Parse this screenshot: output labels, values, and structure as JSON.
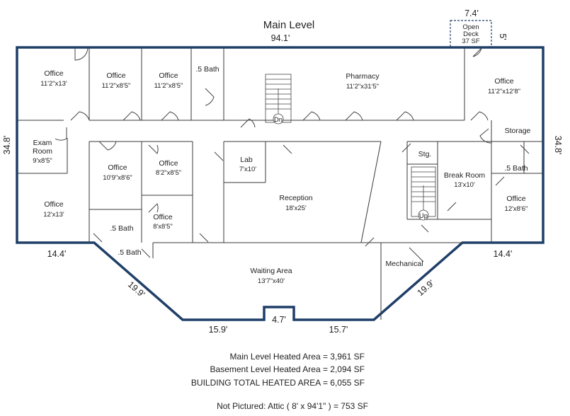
{
  "title": "Main Level",
  "dimensions": {
    "top_width": "94.1'",
    "deck_width": "7.4'",
    "deck_depth": "5'",
    "left_height": "34.8'",
    "right_height": "34.8'",
    "bottom_left": "14.4'",
    "bottom_right": "14.4'",
    "angle_left": "19.9'",
    "angle_right": "19.9'",
    "bottom_mid_left": "15.9'",
    "bottom_mid_right": "15.7'",
    "entry_width": "4.7'"
  },
  "deck": {
    "line1": "Open",
    "line2": "Deck",
    "area": "37 SF"
  },
  "rooms": [
    {
      "id": "office-1",
      "name": "Office",
      "size": "11'2\"x13'"
    },
    {
      "id": "office-2",
      "name": "Office",
      "size": "11'2\"x8'5\""
    },
    {
      "id": "office-3",
      "name": "Office",
      "size": "11'2\"x8'5\""
    },
    {
      "id": "bath-top",
      "name": ".5 Bath",
      "size": ""
    },
    {
      "id": "pharmacy",
      "name": "Pharmacy",
      "size": "11'2\"x31'5\""
    },
    {
      "id": "office-ne",
      "name": "Office",
      "size": "11'2\"x12'8\""
    },
    {
      "id": "storage",
      "name": "Storage",
      "size": ""
    },
    {
      "id": "exam-room",
      "name": "Exam Room",
      "name_line1": "Exam",
      "name_line2": "Room",
      "size": "9'x8'5\""
    },
    {
      "id": "office-4",
      "name": "Office",
      "size": "10'9\"x8'6\""
    },
    {
      "id": "office-5",
      "name": "Office",
      "size": "8'2\"x8'5\""
    },
    {
      "id": "lab",
      "name": "Lab",
      "size": "7'x10'"
    },
    {
      "id": "reception",
      "name": "Reception",
      "size": "18'x25'"
    },
    {
      "id": "stg",
      "name": "Stg.",
      "size": ""
    },
    {
      "id": "break-room",
      "name": "Break Room",
      "size": "13'x10'"
    },
    {
      "id": "bath-right",
      "name": ".5 Bath",
      "size": ""
    },
    {
      "id": "office-se",
      "name": "Office",
      "size": "12'x8'6\""
    },
    {
      "id": "office-sw",
      "name": "Office",
      "size": "12'x13'"
    },
    {
      "id": "bath-mid",
      "name": ".5 Bath",
      "size": ""
    },
    {
      "id": "office-6",
      "name": "Office",
      "size": "8'x8'5\""
    },
    {
      "id": "bath-bottom",
      "name": ".5 Bath",
      "size": ""
    },
    {
      "id": "waiting-area",
      "name": "Waiting Area",
      "size": "13'7\"x40'"
    },
    {
      "id": "mechanical",
      "name": "Mechanical",
      "size": ""
    }
  ],
  "stairs": {
    "down": "Dn",
    "up": "Up"
  },
  "footer": {
    "lines": [
      "Main Level Heated Area = 3,961 SF",
      "Basement Level Heated Area = 2,094 SF",
      "BUILDING TOTAL HEATED AREA = 6,055 SF"
    ],
    "attic": "Not Pictured: Attic ( 8' x 94'1\" ) = 753 SF"
  },
  "colors": {
    "exterior_wall": "#1f3f68",
    "interior_wall": "#3a3a3a",
    "deck_outline": "#1f3f68"
  }
}
